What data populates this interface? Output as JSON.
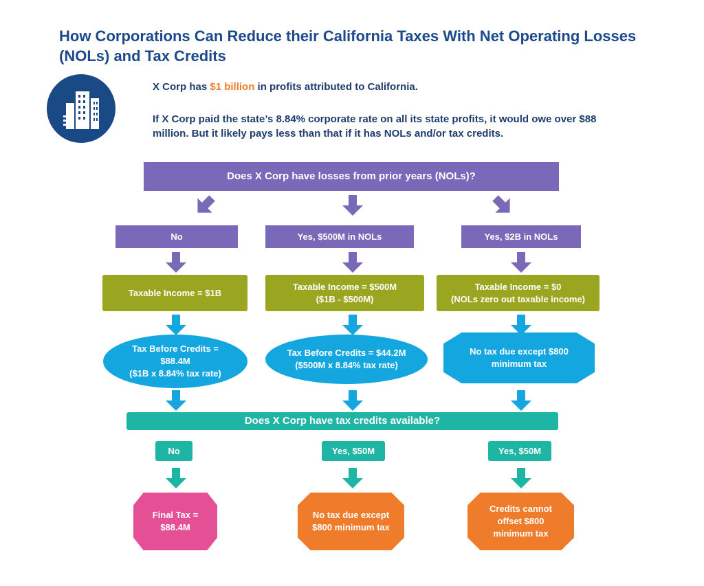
{
  "title": "How Corporations Can Reduce their California Taxes With Net Operating Losses (NOLs) and Tax Credits",
  "intro": {
    "line1_pre": "X Corp has ",
    "line1_highlight": "$1 billion",
    "line1_post": " in profits attributed to California.",
    "line2": "If X Corp paid the state’s 8.84% corporate rate on all its state profits, it would owe over $88 million. But it likely pays less than that if it has NOLs and/or tax credits."
  },
  "question_nol": "Does X Corp have losses from prior years (NOLs)?",
  "nol_answers": [
    "No",
    "Yes, $500M in NOLs",
    "Yes, $2B in NOLs"
  ],
  "taxable_income": [
    "Taxable Income = $1B",
    "Taxable Income = $500M\n($1B - $500M)",
    "Taxable Income = $0\n(NOLs zero out taxable income)"
  ],
  "tax_before": [
    "Tax Before Credits =\n$88.4M\n($1B x 8.84% tax rate)",
    "Tax Before Credits = $44.2M\n($500M x 8.84% tax rate)",
    "No tax due except $800\nminimum tax"
  ],
  "question_credits": "Does X Corp have tax credits available?",
  "credit_answers": [
    "No",
    "Yes, $50M",
    "Yes, $50M"
  ],
  "final": [
    "Final Tax =\n$88.4M",
    "No tax due except\n$800 minimum tax",
    "Credits cannot\noffset $800\nminimum tax"
  ],
  "colors": {
    "title": "#1d4a8c",
    "purple": "#7a68b8",
    "olive": "#9aa61f",
    "blue": "#14a7df",
    "teal": "#1fb5a5",
    "pink": "#e54f95",
    "orange": "#ef7c2a"
  }
}
